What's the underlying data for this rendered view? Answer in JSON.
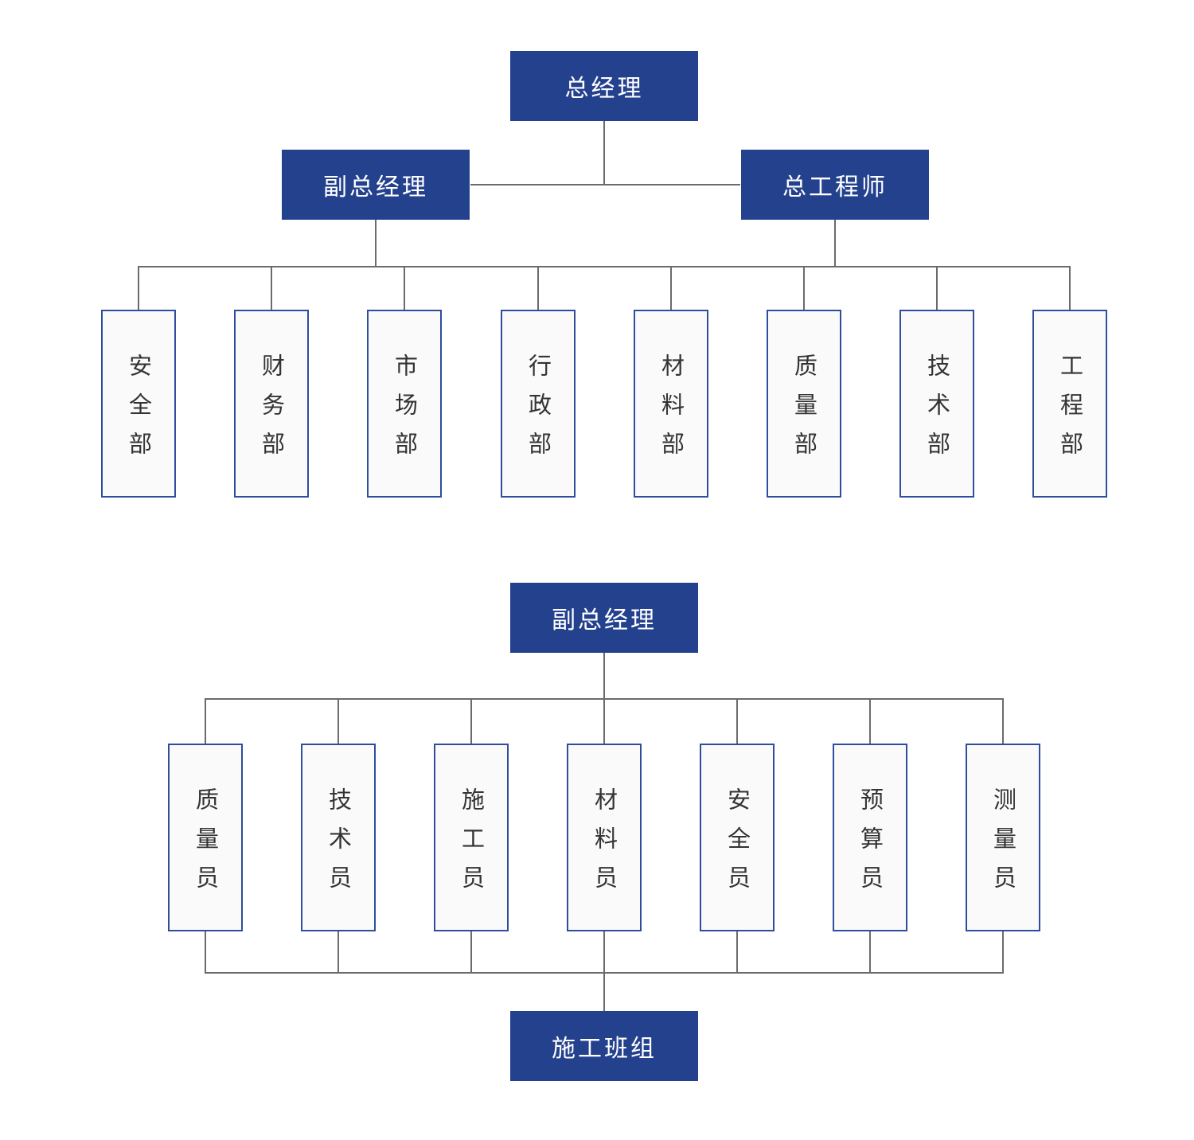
{
  "colors": {
    "node_fill": "#24418E",
    "node_text": "#FFFFFF",
    "leaf_fill": "#FAFAFA",
    "leaf_border": "#2F4D9E",
    "leaf_text": "#333333",
    "line": "#6B6B6B"
  },
  "org_chart": {
    "top_section": {
      "root": {
        "label": "总经理"
      },
      "managers": [
        {
          "label": "副总经理"
        },
        {
          "label": "总工程师"
        }
      ],
      "departments": [
        {
          "label": "安全部"
        },
        {
          "label": "财务部"
        },
        {
          "label": "市场部"
        },
        {
          "label": "行政部"
        },
        {
          "label": "材料部"
        },
        {
          "label": "质量部"
        },
        {
          "label": "技术部"
        },
        {
          "label": "工程部"
        }
      ]
    },
    "bottom_section": {
      "root": {
        "label": "副总经理"
      },
      "roles": [
        {
          "label": "质量员"
        },
        {
          "label": "技术员"
        },
        {
          "label": "施工员"
        },
        {
          "label": "材料员"
        },
        {
          "label": "安全员"
        },
        {
          "label": "预算员"
        },
        {
          "label": "测量员"
        }
      ],
      "team": {
        "label": "施工班组"
      }
    }
  }
}
